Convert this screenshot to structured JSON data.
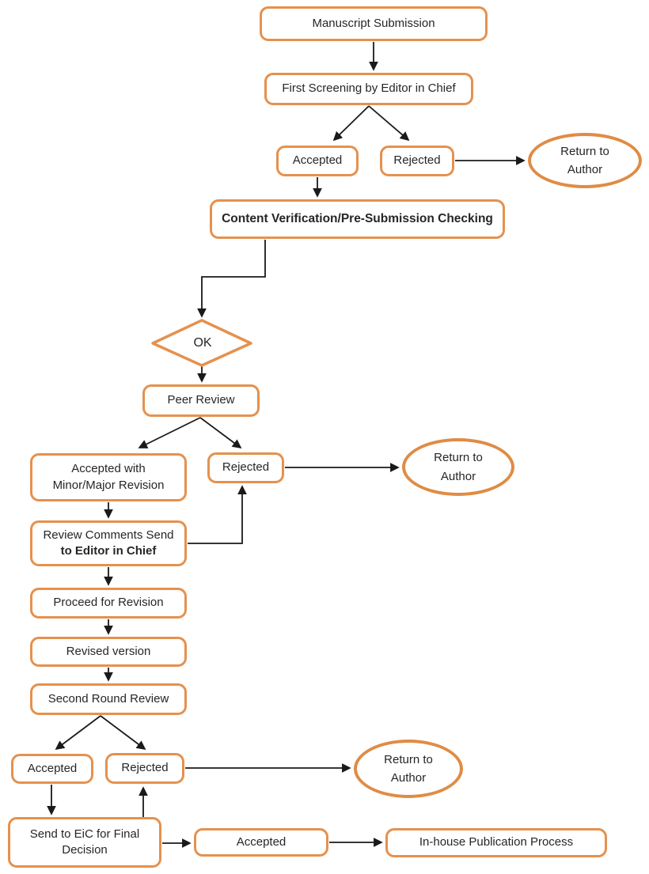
{
  "diagram": {
    "title": "Manuscript submission and peer review flowchart",
    "colors": {
      "node_border": "#E5914E",
      "ellipse_border": "#DF8C45",
      "arrow": "#1A1A1A",
      "text": "#262626",
      "background": "#FFFFFF"
    },
    "nodes": {
      "manuscript_submission": "Manuscript Submission",
      "first_screening": "First Screening by Editor in Chief",
      "accepted_top": "Accepted",
      "rejected_top": "Rejected",
      "return_to_author_top": "Return to\nAuthor",
      "content_verification": "Content Verification/Pre-Submission Checking",
      "ok_decision": "OK",
      "peer_review": "Peer Review",
      "accepted_with_revision": "Accepted with\nMinor/Major Revision",
      "rejected_mid": "Rejected",
      "return_to_author_mid": "Return to\nAuthor",
      "review_comments_line1": "Review Comments Send",
      "review_comments_line2": "to Editor in Chief",
      "proceed_for_revision": "Proceed for Revision",
      "revised_version": "Revised version",
      "second_round_review": "Second Round Review",
      "accepted_bottom": "Accepted",
      "rejected_bottom": "Rejected",
      "return_to_author_bottom": "Return to\nAuthor",
      "send_to_eic": "Send to EiC for Final\nDecision",
      "accepted_final": "Accepted",
      "inhouse_publication": "In-house Publication Process"
    },
    "edges": [
      {
        "from": "manuscript_submission",
        "to": "first_screening"
      },
      {
        "from": "first_screening",
        "to": "accepted_top"
      },
      {
        "from": "first_screening",
        "to": "rejected_top"
      },
      {
        "from": "rejected_top",
        "to": "return_to_author_top"
      },
      {
        "from": "accepted_top",
        "to": "content_verification"
      },
      {
        "from": "content_verification",
        "to": "ok_decision"
      },
      {
        "from": "ok_decision",
        "to": "peer_review"
      },
      {
        "from": "peer_review",
        "to": "accepted_with_revision"
      },
      {
        "from": "peer_review",
        "to": "rejected_mid"
      },
      {
        "from": "rejected_mid",
        "to": "return_to_author_mid"
      },
      {
        "from": "accepted_with_revision",
        "to": "review_comments"
      },
      {
        "from": "review_comments",
        "to": "rejected_mid"
      },
      {
        "from": "review_comments",
        "to": "proceed_for_revision"
      },
      {
        "from": "proceed_for_revision",
        "to": "revised_version"
      },
      {
        "from": "revised_version",
        "to": "second_round_review"
      },
      {
        "from": "second_round_review",
        "to": "accepted_bottom"
      },
      {
        "from": "second_round_review",
        "to": "rejected_bottom"
      },
      {
        "from": "rejected_bottom",
        "to": "return_to_author_bottom"
      },
      {
        "from": "accepted_bottom",
        "to": "send_to_eic"
      },
      {
        "from": "send_to_eic",
        "to": "rejected_bottom"
      },
      {
        "from": "send_to_eic",
        "to": "accepted_final"
      },
      {
        "from": "accepted_final",
        "to": "inhouse_publication"
      }
    ]
  }
}
